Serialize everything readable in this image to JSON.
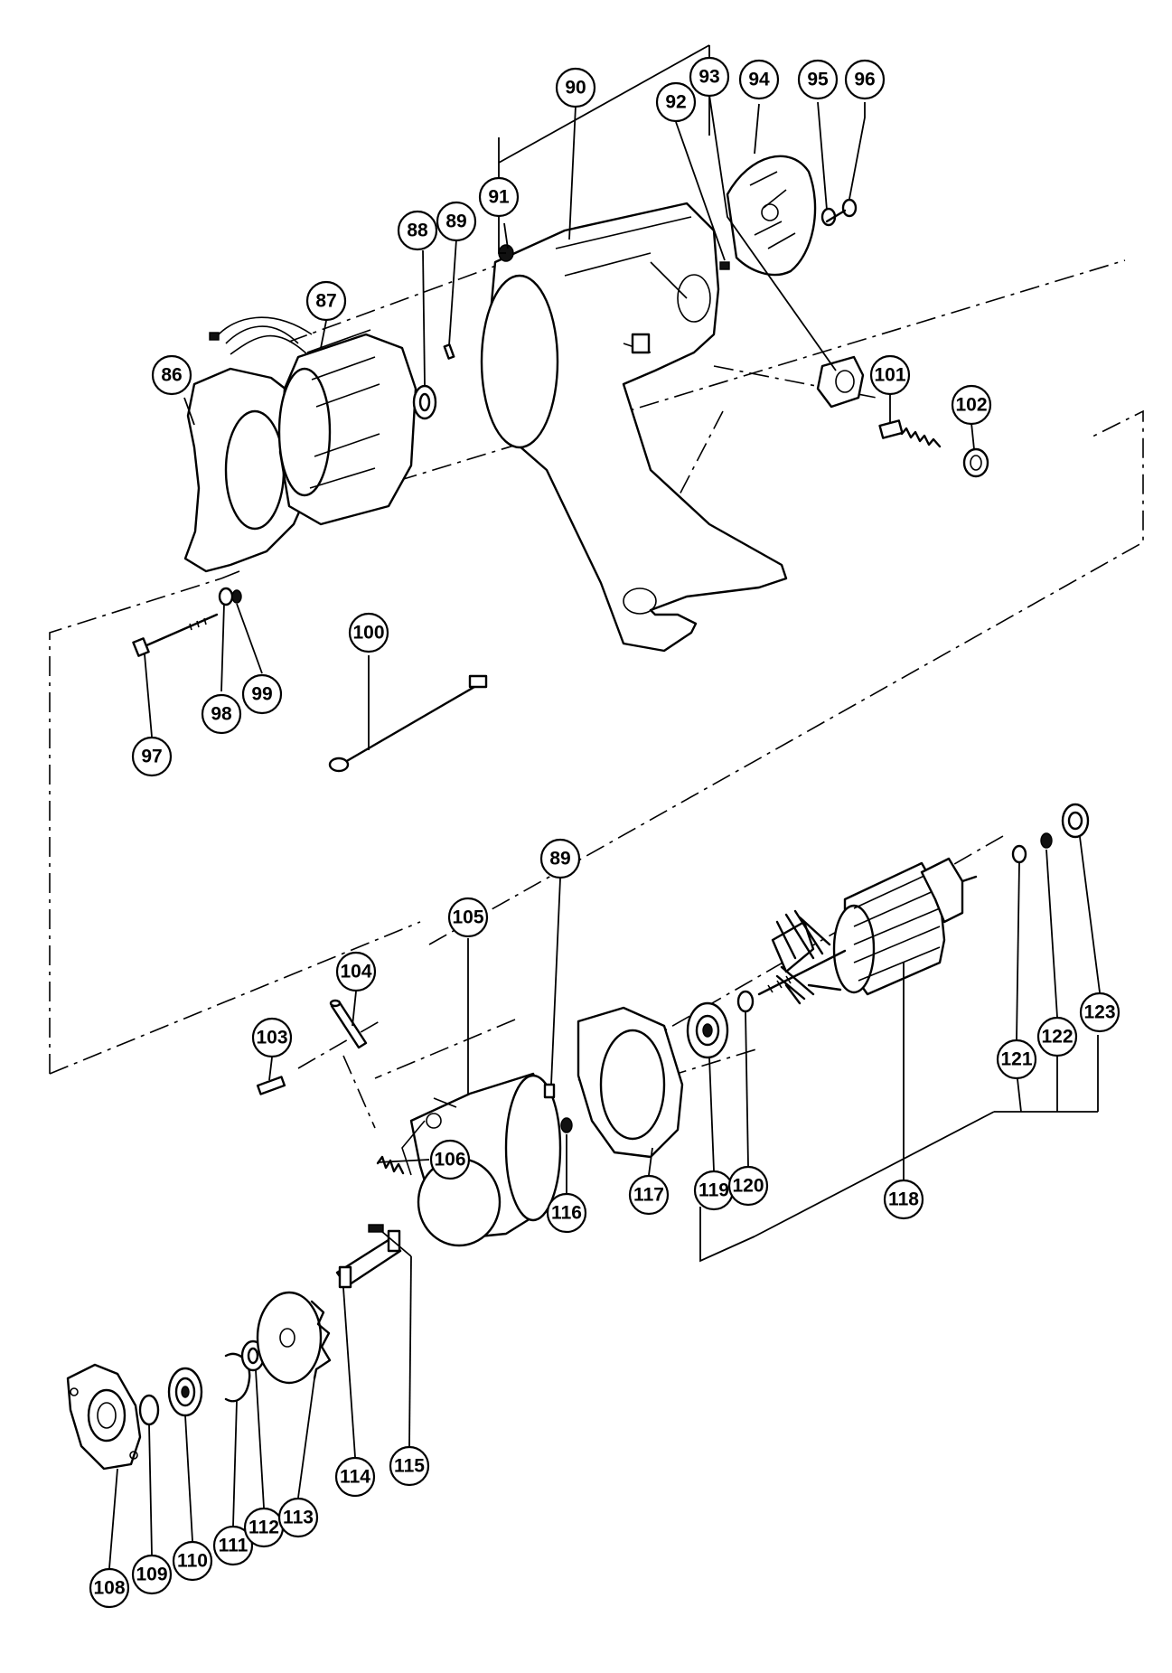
{
  "callouts": [
    {
      "id": "c86",
      "label": "86"
    },
    {
      "id": "c87",
      "label": "87"
    },
    {
      "id": "c88",
      "label": "88"
    },
    {
      "id": "c89a",
      "label": "89"
    },
    {
      "id": "c90",
      "label": "90"
    },
    {
      "id": "c91",
      "label": "91"
    },
    {
      "id": "c92",
      "label": "92"
    },
    {
      "id": "c93",
      "label": "93"
    },
    {
      "id": "c94",
      "label": "94"
    },
    {
      "id": "c95",
      "label": "95"
    },
    {
      "id": "c96",
      "label": "96"
    },
    {
      "id": "c97",
      "label": "97"
    },
    {
      "id": "c98",
      "label": "98"
    },
    {
      "id": "c99",
      "label": "99"
    },
    {
      "id": "c100",
      "label": "100"
    },
    {
      "id": "c101",
      "label": "101"
    },
    {
      "id": "c102",
      "label": "102"
    },
    {
      "id": "c103",
      "label": "103"
    },
    {
      "id": "c104",
      "label": "104"
    },
    {
      "id": "c105",
      "label": "105"
    },
    {
      "id": "c106",
      "label": "106"
    },
    {
      "id": "c89b",
      "label": "89"
    },
    {
      "id": "c108",
      "label": "108"
    },
    {
      "id": "c109",
      "label": "109"
    },
    {
      "id": "c110",
      "label": "110"
    },
    {
      "id": "c111",
      "label": "111"
    },
    {
      "id": "c112",
      "label": "112"
    },
    {
      "id": "c113",
      "label": "113"
    },
    {
      "id": "c114",
      "label": "114"
    },
    {
      "id": "c115",
      "label": "115"
    },
    {
      "id": "c116",
      "label": "116"
    },
    {
      "id": "c117",
      "label": "117"
    },
    {
      "id": "c118",
      "label": "118"
    },
    {
      "id": "c119",
      "label": "119"
    },
    {
      "id": "c120",
      "label": "120"
    },
    {
      "id": "c121",
      "label": "121"
    },
    {
      "id": "c122",
      "label": "122"
    },
    {
      "id": "c123",
      "label": "123"
    }
  ]
}
